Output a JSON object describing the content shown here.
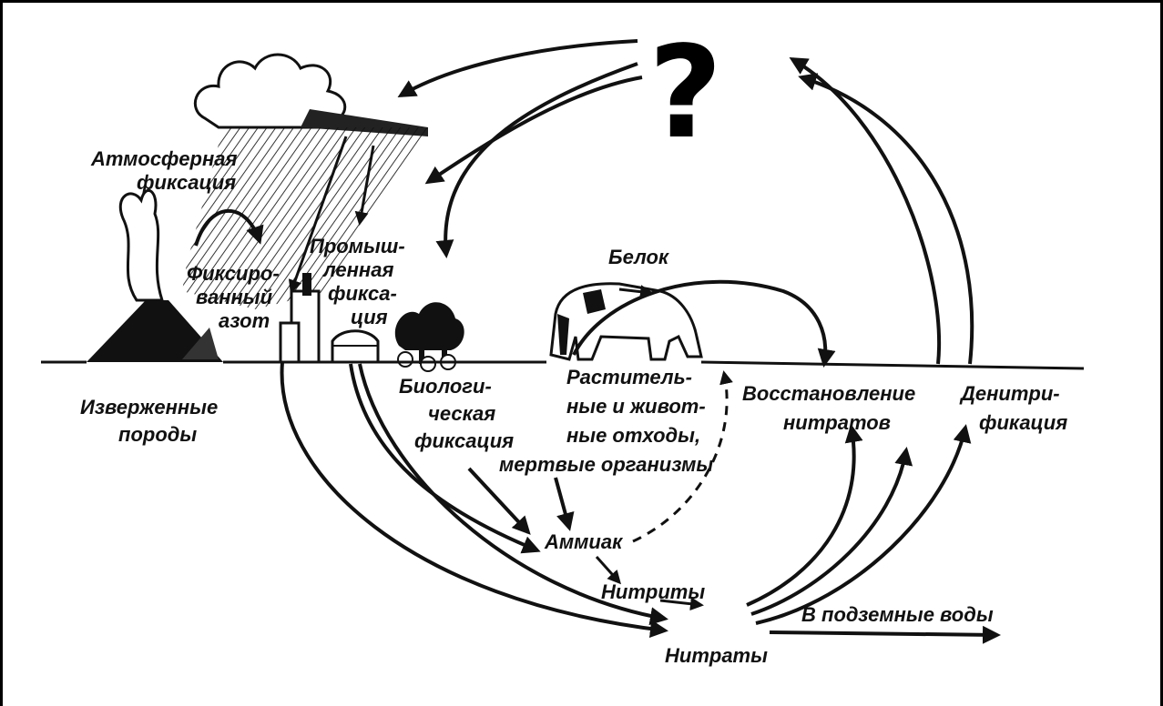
{
  "question_mark": "?",
  "labels": {
    "atmospheric_fixation_1": "Атмосферная",
    "atmospheric_fixation_2": "фиксация",
    "fixed_nitrogen_1": "Фиксиро-",
    "fixed_nitrogen_2": "ванный",
    "fixed_nitrogen_3": "азот",
    "industrial_fixation_1": "Промыш-",
    "industrial_fixation_2": "ленная",
    "industrial_fixation_3": "фикса-",
    "industrial_fixation_4": "ция",
    "protein": "Белок",
    "igneous_rocks_1": "Изверженные",
    "igneous_rocks_2": "породы",
    "biological_fixation_1": "Биологи-",
    "biological_fixation_2": "ческая",
    "biological_fixation_3": "фиксация",
    "waste_1": "Раститель-",
    "waste_2": "ные и живот-",
    "waste_3": "ные отходы,",
    "waste_4": "мертвые организмы",
    "nitrate_reduction_1": "Восстановление",
    "nitrate_reduction_2": "нитратов",
    "denitrification_1": "Денитри-",
    "denitrification_2": "фикация",
    "ammonia": "Аммиак",
    "nitrites": "Нитриты",
    "nitrates": "Нитраты",
    "groundwater": "В подземные воды"
  }
}
